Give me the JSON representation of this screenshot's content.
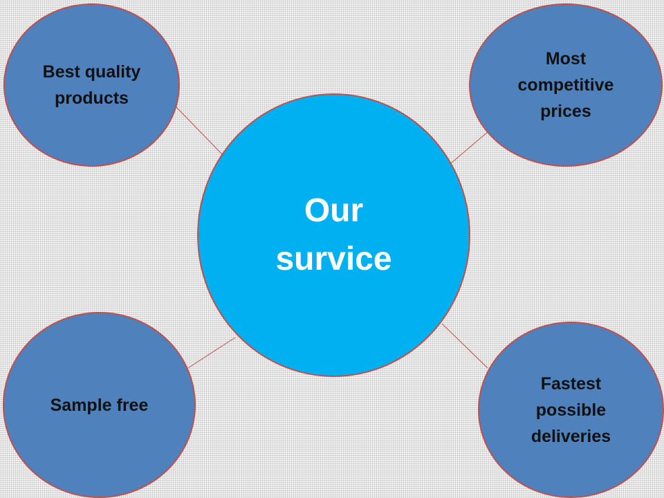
{
  "diagram": {
    "center": {
      "label": "Our\nsurvice"
    },
    "nodes": [
      {
        "id": "top-left",
        "label": "Best quality\nproducts"
      },
      {
        "id": "top-right",
        "label": "Most\ncompetitive\nprices"
      },
      {
        "id": "bottom-left",
        "label": "Sample free"
      },
      {
        "id": "bottom-right",
        "label": "Fastest\npossible\ndeliveries"
      }
    ],
    "colors": {
      "center_fill": "#00b0f0",
      "node_fill": "#4f81bd",
      "outline": "#c0504d",
      "center_text": "#ffffff",
      "node_text": "#111111"
    }
  }
}
